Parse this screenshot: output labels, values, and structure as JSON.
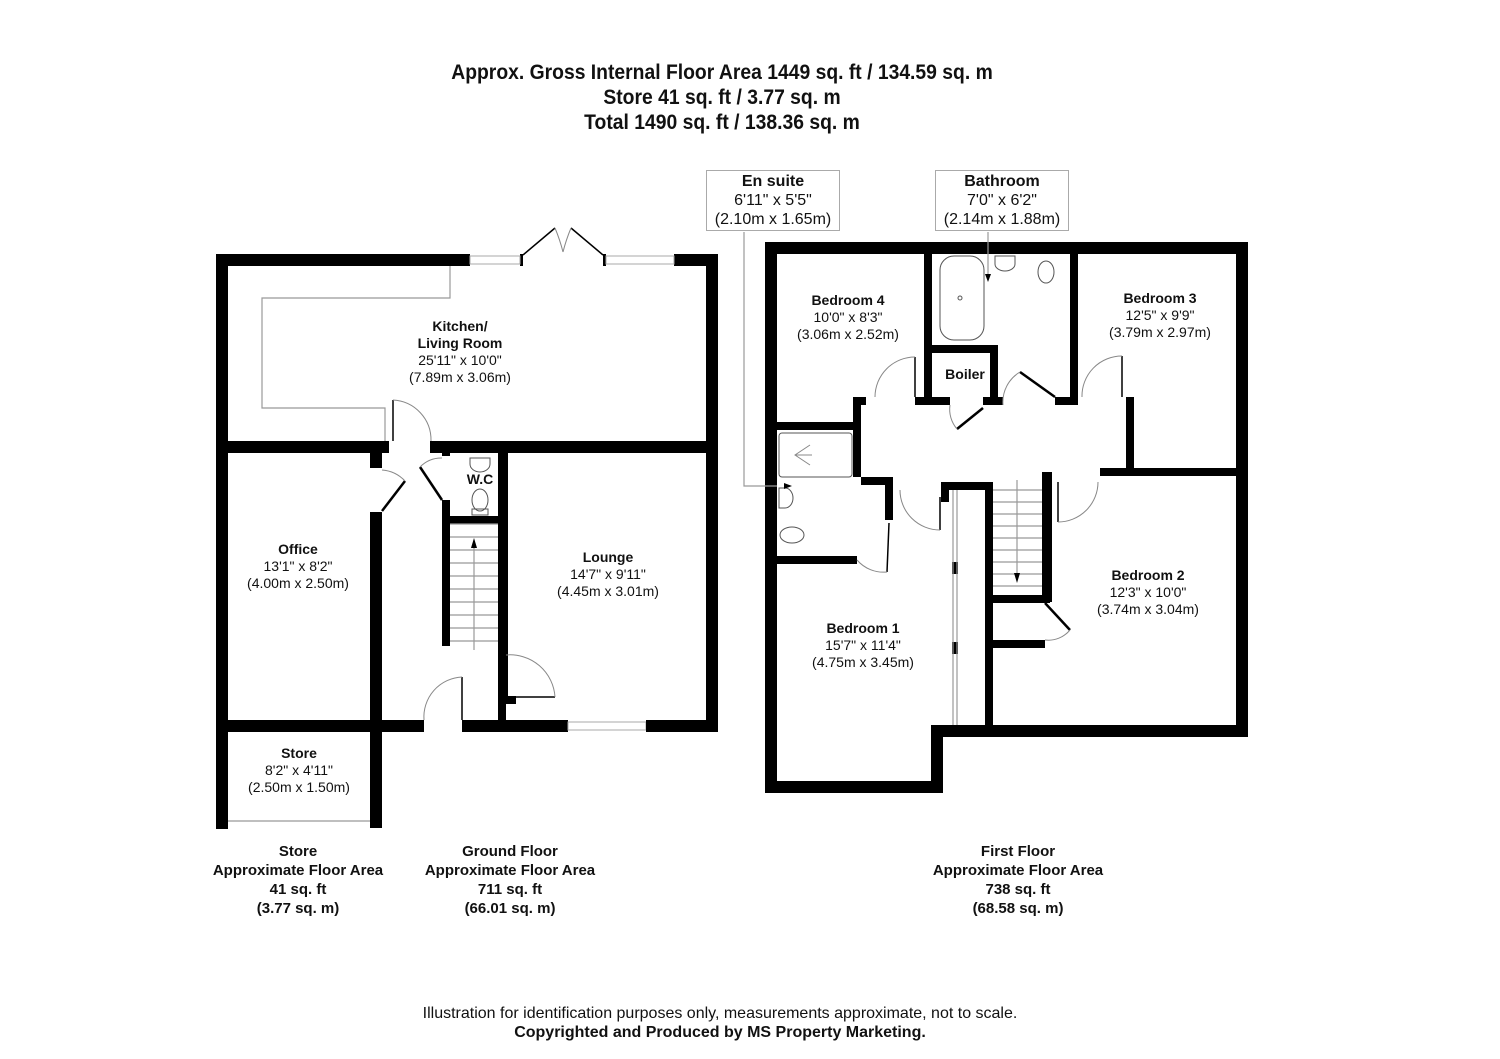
{
  "header": {
    "line1": "Approx. Gross Internal Floor Area 1449 sq. ft / 134.59 sq. m",
    "line2": "Store 41 sq. ft / 3.77 sq. m",
    "line3": "Total 1490 sq. ft / 138.36 sq. m"
  },
  "ground_floor": {
    "rooms": [
      {
        "name": "Kitchen/",
        "name2": "Living Room",
        "imperial": "25'11\" x 10'0\"",
        "metric": "(7.89m x 3.06m)"
      },
      {
        "name": "Office",
        "imperial": "13'1\" x 8'2\"",
        "metric": "(4.00m x 2.50m)"
      },
      {
        "name": "W.C"
      },
      {
        "name": "Lounge",
        "imperial": "14'7\" x 9'11\"",
        "metric": "(4.45m x 3.01m)"
      },
      {
        "name": "Store",
        "imperial": "8'2\" x 4'11\"",
        "metric": "(2.50m x 1.50m)"
      }
    ],
    "area": {
      "title": "Ground Floor",
      "label": "Approximate Floor Area",
      "sqft": "711 sq. ft",
      "sqm": "(66.01 sq. m)"
    }
  },
  "store": {
    "area": {
      "title": "Store",
      "label": "Approximate Floor Area",
      "sqft": "41 sq. ft",
      "sqm": "(3.77 sq. m)"
    }
  },
  "first_floor": {
    "callouts": [
      {
        "name": "En suite",
        "imperial": "6'11\" x 5'5\"",
        "metric": "(2.10m x 1.65m)"
      },
      {
        "name": "Bathroom",
        "imperial": "7'0\" x 6'2\"",
        "metric": "(2.14m x 1.88m)"
      }
    ],
    "rooms": [
      {
        "name": "Bedroom 4",
        "imperial": "10'0\" x 8'3\"",
        "metric": "(3.06m x 2.52m)"
      },
      {
        "name": "Bedroom 3",
        "imperial": "12'5\" x 9'9\"",
        "metric": "(3.79m x 2.97m)"
      },
      {
        "name": "Boiler"
      },
      {
        "name": "Bedroom 1",
        "imperial": "15'7\" x 11'4\"",
        "metric": "(4.75m x 3.45m)"
      },
      {
        "name": "Bedroom 2",
        "imperial": "12'3\" x 10'0\"",
        "metric": "(3.74m x 3.04m)"
      }
    ],
    "area": {
      "title": "First Floor",
      "label": "Approximate Floor Area",
      "sqft": "738 sq. ft",
      "sqm": "(68.58 sq. m)"
    }
  },
  "footer": {
    "disclaimer": "Illustration for identification purposes only, measurements approximate, not to scale.",
    "copyright": "Copyrighted  and Produced by MS Property Marketing."
  }
}
